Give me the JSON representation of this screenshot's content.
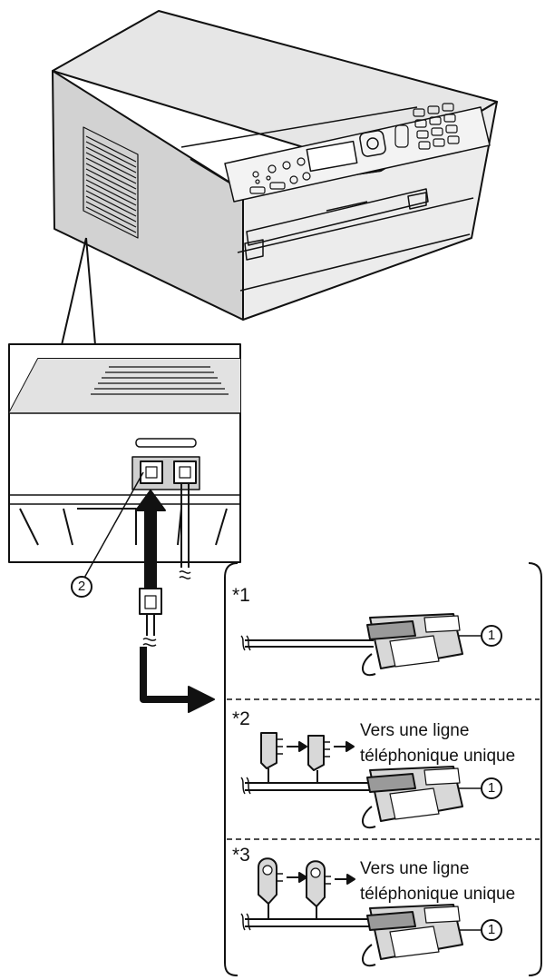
{
  "callouts": {
    "one": "1",
    "two": "2"
  },
  "panels": [
    {
      "tag": "*1",
      "text": []
    },
    {
      "tag": "*2",
      "text": [
        "Vers une ligne",
        "téléphonique unique"
      ]
    },
    {
      "tag": "*3",
      "text": [
        "Vers une ligne",
        "téléphonique unique"
      ]
    }
  ]
}
